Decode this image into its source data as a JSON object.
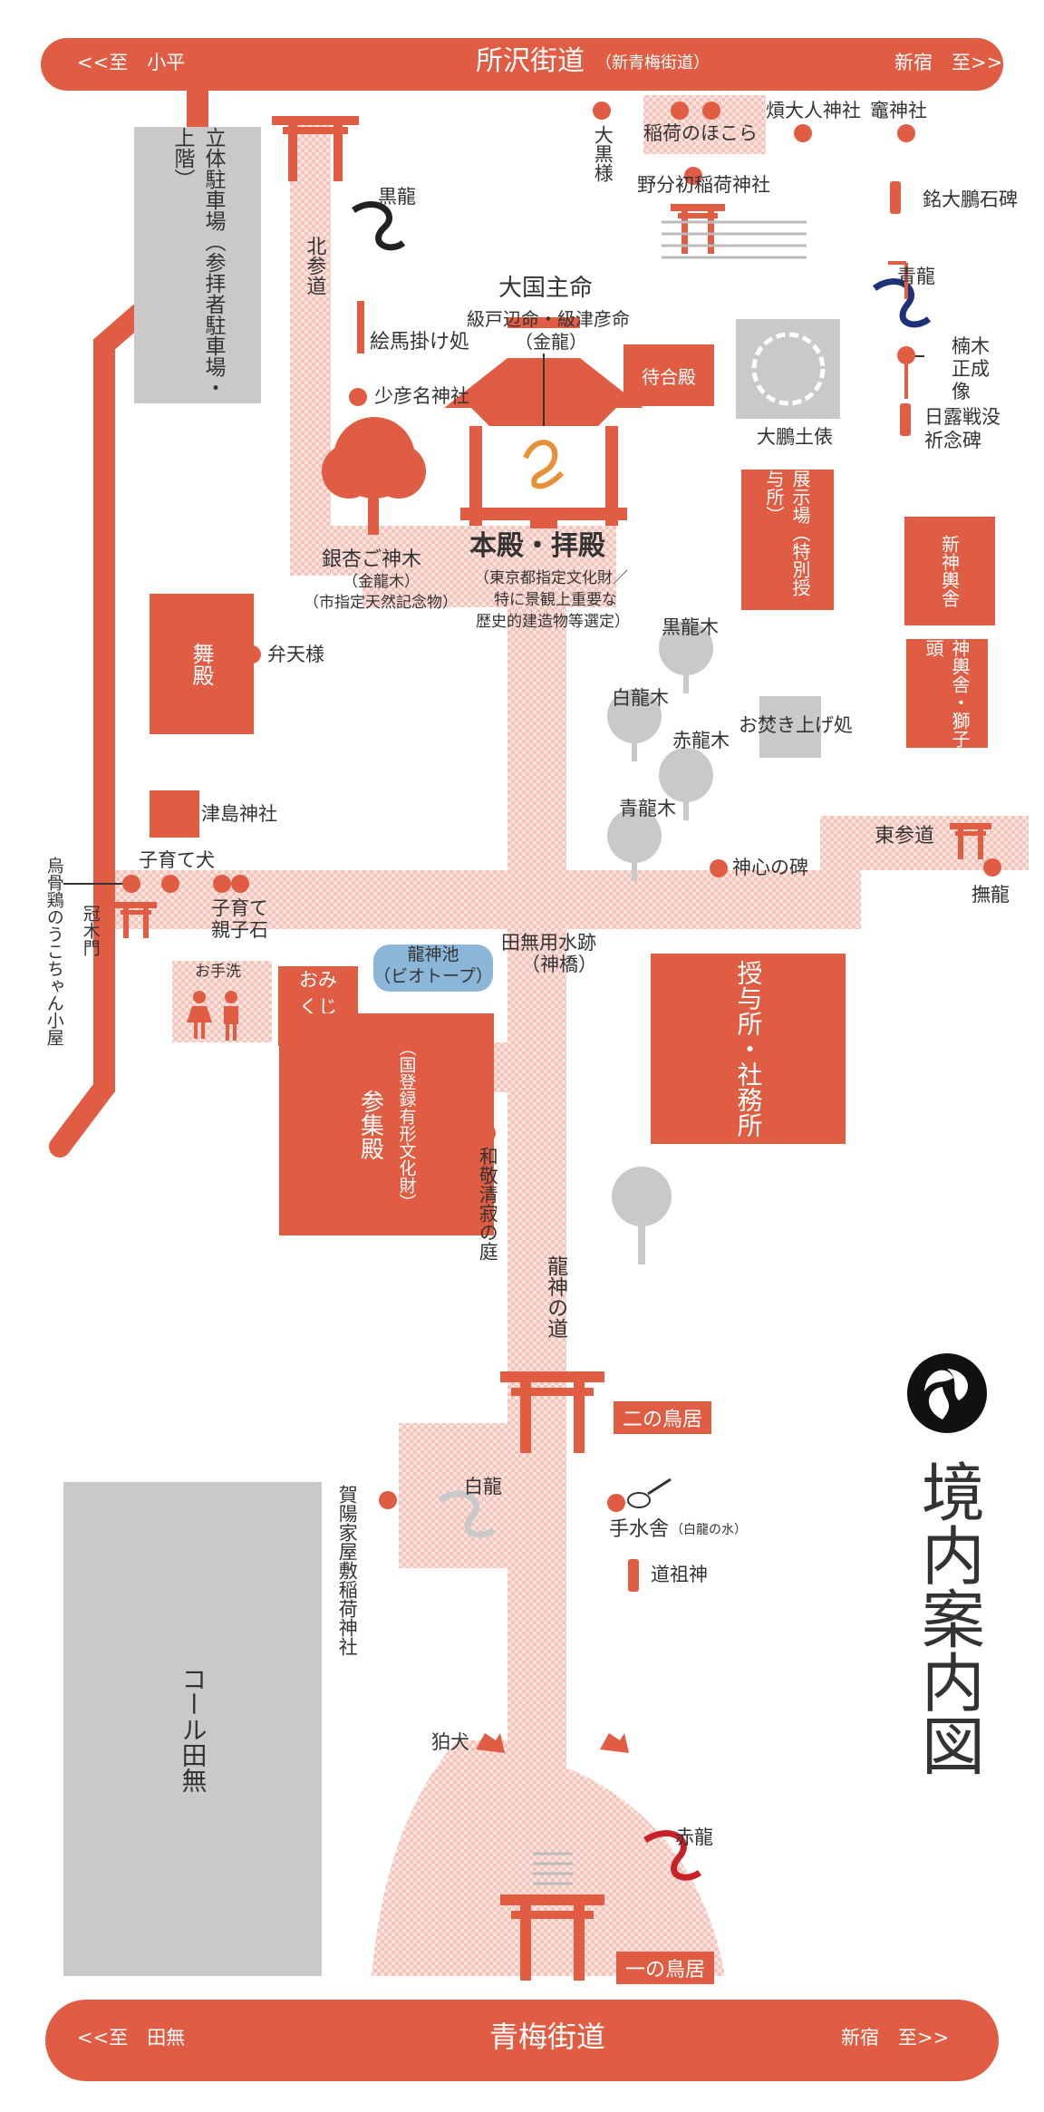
{
  "top_road": {
    "name": "所沢街道",
    "sub": "（新青梅街道）",
    "left": "<<至　小平",
    "right": "新宿　至>>"
  },
  "bottom_road": {
    "name": "青梅街道",
    "left": "<<至　田無",
    "right": "新宿　至>>"
  },
  "parking": "立体駐車場（参拝者駐車場・上階）",
  "coal": "コール田無",
  "title": "境内案内図",
  "main_hall": {
    "title": "本殿・拝殿",
    "deity": "大国主命",
    "deity2": "級戸辺命・級津彦命",
    "deity3": "（金龍）",
    "note1": "（東京都指定文化財／",
    "note2": "特に景観上重要な",
    "note3": "歴史的建造物等選定）"
  },
  "labels": {
    "daikoku": "大黒様",
    "inari": "稲荷のほこら",
    "nowake": "野分初稲荷神社",
    "kamado": "竈神社",
    "hoshi": "熕大人神社",
    "meiho": "銘大鵬石碑",
    "seiryu": "青龍",
    "kusunoki": "楠木正成像",
    "nichiro1": "日露戦没",
    "nichiro2": "祈念碑",
    "kokuryu": "黒龍",
    "kitasando": "北参道",
    "ema": "絵馬掛け処",
    "sukuna": "少彦名神社",
    "machiai": "待合殿",
    "taiho": "大鵬土俵",
    "tenjijo": "展示場（特別授与所）",
    "shinyo": "新神輿舎",
    "shishi": "神輿舎・獅子頭",
    "icho": "銀杏ご神木",
    "icho2": "（金龍木）",
    "icho3": "（市指定天然記念物）",
    "maiden": "舞殿",
    "benten": "弁天様",
    "kokuryuki": "黒龍木",
    "hakuryuki": "白龍木",
    "sekiryuki": "赤龍木",
    "seiryuki": "青龍木",
    "otakiage": "お焚き上げ処",
    "tsushima": "津島神社",
    "kosodate_inu": "子育て犬",
    "kosodate_oya1": "子育て",
    "kosodate_oya2": "親子石",
    "ukokkei": "烏骨鶏のうこちゃん小屋",
    "kanmuri": "冠木門",
    "higashi": "東参道",
    "shinshin": "神心の碑",
    "naderyu": "撫龍",
    "otearai": "お手洗",
    "ryujin_ike": "龍神池",
    "biotope": "（ビオトープ）",
    "omikuji": "おみくじ処",
    "tanashi_water1": "田無用水跡",
    "tanashi_water2": "（神橋）",
    "juyo": "授与所・社務所",
    "sanshu": "参集殿",
    "sanshu2": "（国登録有形文化財）",
    "wakei": "和敬清寂の庭",
    "ryujin_michi": "龍神の道",
    "ninotori": "二の鳥居",
    "ichinotori": "一の鳥居",
    "hakuryu": "白龍",
    "kayo": "賀陽家屋敷稲荷神社",
    "temizu": "手水舎",
    "temizu2": "（白龍の水）",
    "dosojin": "道祖神",
    "komainu": "狛犬",
    "sekiryu": "赤龍"
  },
  "colors": {
    "accent": "#e05d44",
    "check": "#f7d3cc",
    "gray": "#c9c9c9",
    "tree": "#c9c9c9"
  }
}
